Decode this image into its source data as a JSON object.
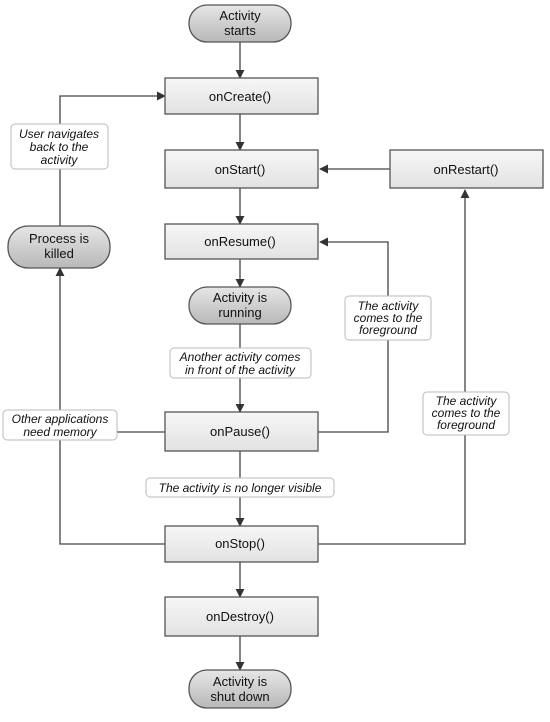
{
  "diagram": {
    "nodes": {
      "activity_starts": [
        "Activity",
        "starts"
      ],
      "on_create": "onCreate()",
      "on_start": "onStart()",
      "on_restart": "onRestart()",
      "on_resume": "onResume()",
      "activity_running": [
        "Activity is",
        "running"
      ],
      "on_pause": "onPause()",
      "on_stop": "onStop()",
      "on_destroy": "onDestroy()",
      "activity_shut_down": [
        "Activity is",
        "shut down"
      ],
      "process_killed": [
        "Process is",
        "killed"
      ]
    },
    "edge_labels": {
      "user_navigates_back": [
        "User navigates",
        "back to the",
        "activity"
      ],
      "activity_foreground_resume": [
        "The activity",
        "comes to the",
        "foreground"
      ],
      "activity_foreground_restart": [
        "The activity",
        "comes to the",
        "foreground"
      ],
      "another_activity": [
        "Another activity comes",
        "in front of the activity"
      ],
      "other_apps_memory": [
        "Other applications",
        "need memory"
      ],
      "no_longer_visible": "The activity is no longer visible"
    },
    "colors": {
      "box_fill": "#eeeeee",
      "pill_fill": "#cfcfcf",
      "stroke": "#555555",
      "line": "#444444"
    }
  }
}
